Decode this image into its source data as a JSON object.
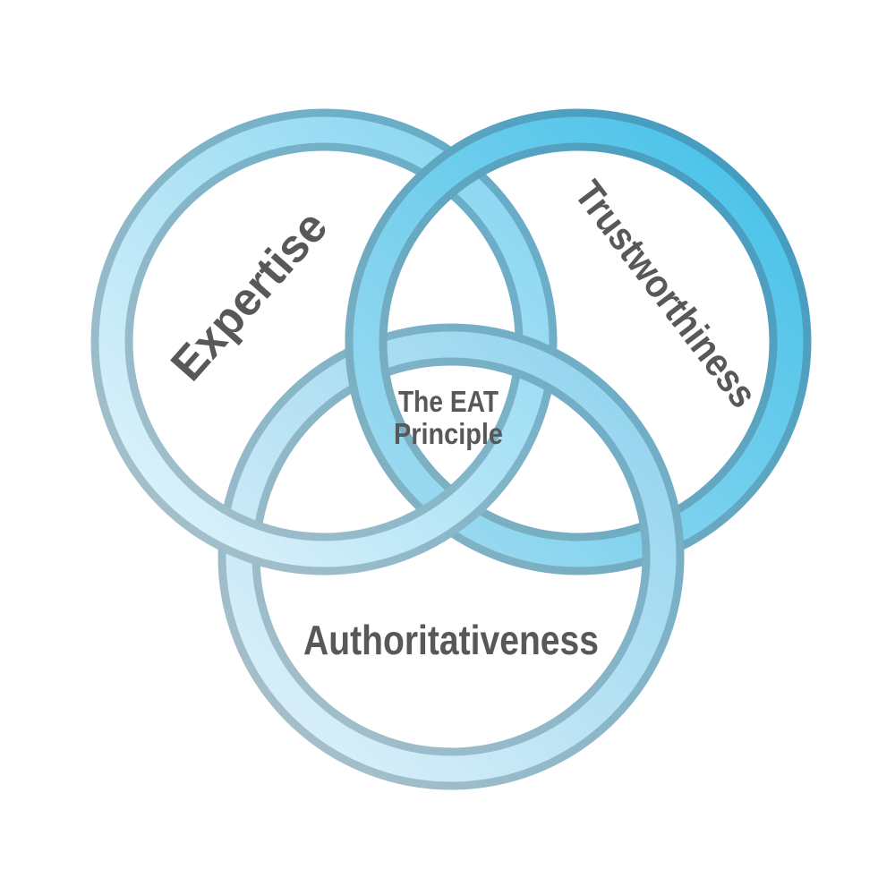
{
  "diagram": {
    "background": "#ffffff",
    "text_color": "#57585a",
    "center_label": {
      "line1": "The EAT",
      "line2": "Principle"
    },
    "rings": [
      {
        "name": "expertise",
        "label": "Expertise",
        "fill_from": "#e9f6fc",
        "fill_to": "#7cd2f0",
        "edge_from": "#b0c3cb",
        "edge_to": "#5aa8c6"
      },
      {
        "name": "trustworthiness",
        "label": "Trustworthiness",
        "fill_from": "#aadef2",
        "fill_to": "#3dbfe8",
        "edge_from": "#8db6c3",
        "edge_to": "#3898bf"
      },
      {
        "name": "authoritativeness",
        "label": "Authoritativeness",
        "fill_from": "#e6f4fb",
        "fill_to": "#88d0ed",
        "edge_from": "#b0c3cb",
        "edge_to": "#64a9c5"
      }
    ]
  }
}
